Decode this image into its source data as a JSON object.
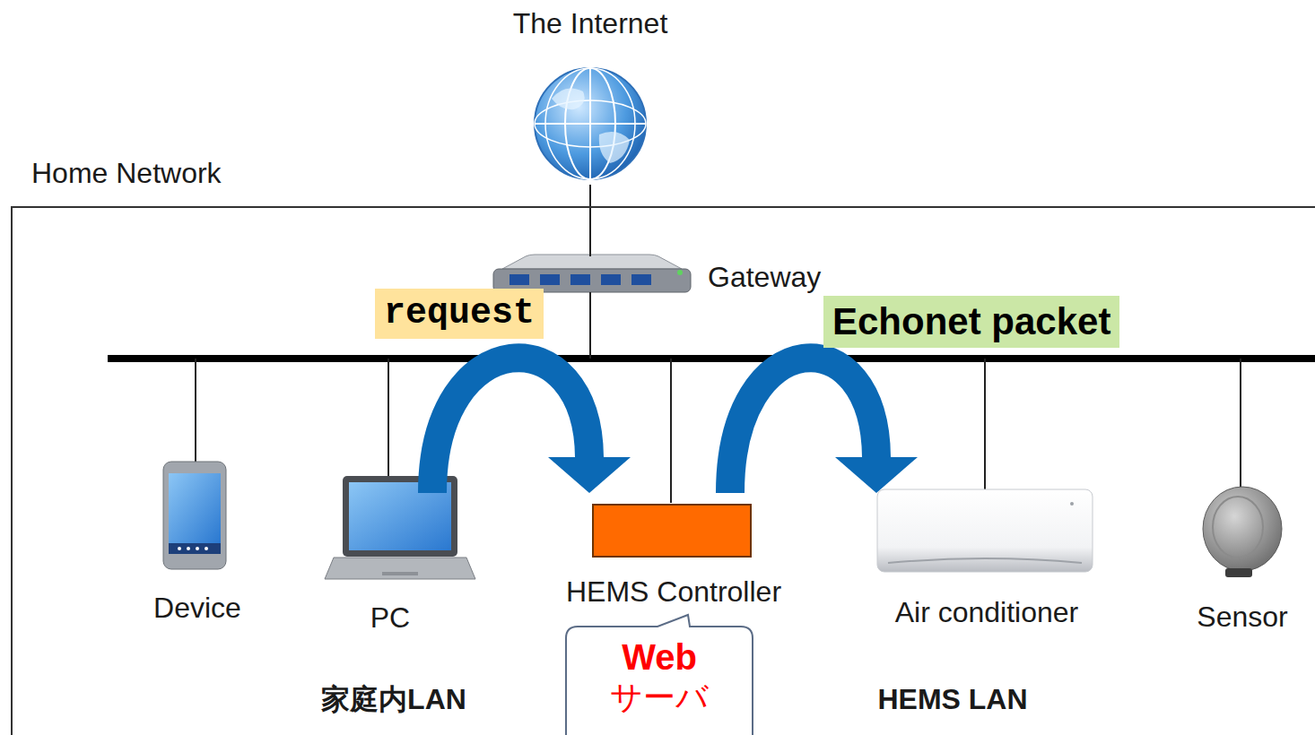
{
  "diagram": {
    "nodes": [
      {
        "text": [
          "The Internet"
        ]
      },
      {
        "text": [
          "Home Network"
        ]
      },
      {
        "text": [
          "Gateway"
        ],
        "in": 1
      },
      {
        "text": [
          "家庭内LAN"
        ],
        "in": 1
      },
      {
        "text": [
          "HEMS LAN"
        ],
        "in": 1
      },
      {
        "text": [
          "Device"
        ],
        "in": 3
      },
      {
        "text": [
          "PC"
        ],
        "in": 3
      },
      {
        "text": [
          "HEMS Controller"
        ],
        "in": 1
      },
      {
        "text": [
          "Air conditioner"
        ],
        "in": 4
      },
      {
        "text": [
          "Sensor"
        ],
        "in": 4
      },
      {
        "text": [
          "Web",
          "サーバ"
        ],
        "in": 1
      }
    ],
    "edges": [
      {
        "from": 0,
        "to": 2,
        "arrow": "none"
      },
      {
        "from": 6,
        "to": 7,
        "label": "request",
        "arrow": "to"
      },
      {
        "from": 7,
        "to": 8,
        "label": "Echonet packet",
        "arrow": "to"
      }
    ]
  }
}
